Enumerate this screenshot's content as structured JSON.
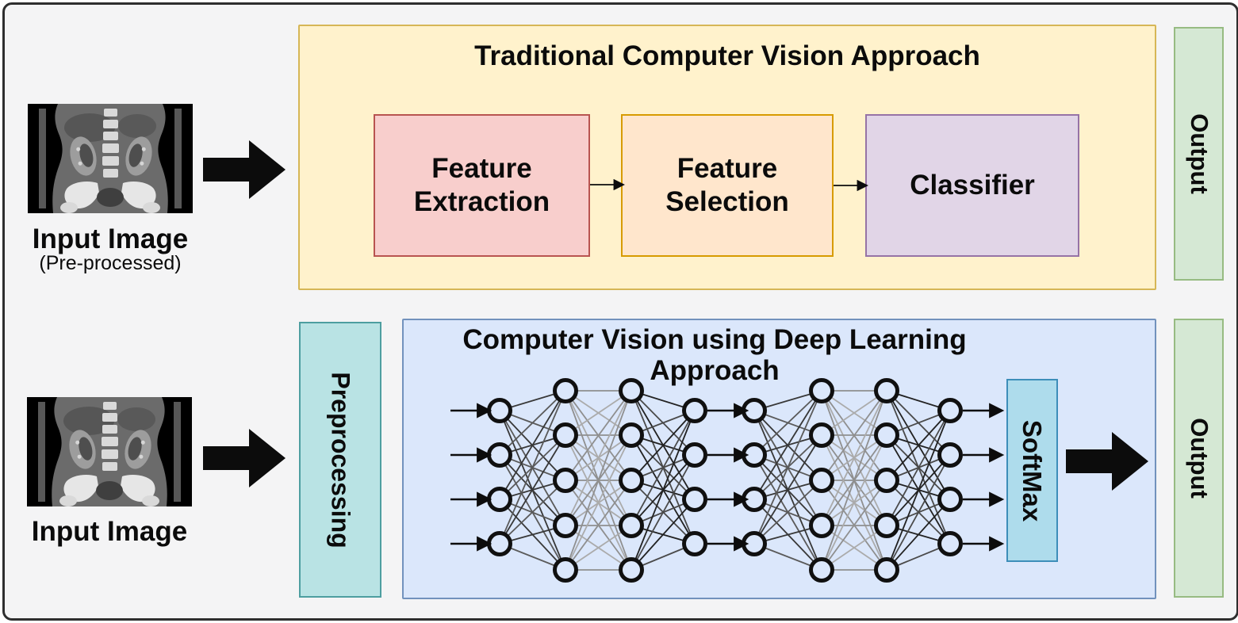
{
  "top": {
    "title": "Traditional Computer Vision Approach",
    "input_image_label": "Input Image",
    "input_image_sublabel": "(Pre-processed)",
    "stages": [
      "Feature Extraction",
      "Feature Selection",
      "Classifier"
    ],
    "output_label": "Output"
  },
  "bottom": {
    "title": "Computer Vision using Deep Learning Approach",
    "input_image_label": "Input Image",
    "preprocessing_label": "Preprocessing",
    "softmax_label": "SoftMax",
    "output_label": "Output"
  },
  "network": {
    "blocks": [
      {
        "layers": [
          4,
          5,
          5,
          4
        ]
      },
      {
        "layers": [
          4,
          5,
          5,
          4
        ]
      }
    ],
    "input_arrow_count": 4,
    "inter_block_arrow_count": 4,
    "output_arrow_count": 4
  },
  "colors": {
    "canvas_bg": "#f4f4f5",
    "canvas_border": "#2e2e2e",
    "traditional_fill": "#fff2cc",
    "traditional_stroke": "#d6b656",
    "feature_extraction_fill": "#f8cecc",
    "feature_extraction_stroke": "#b85450",
    "feature_selection_fill": "#ffe6cc",
    "feature_selection_stroke": "#d79b00",
    "classifier_fill": "#e1d5e7",
    "classifier_stroke": "#9673a6",
    "output_fill": "#d5e8d4",
    "output_stroke": "#97bb82",
    "preprocessing_fill": "#b9e3e4",
    "preprocessing_stroke": "#4d9ea0",
    "deep_learning_fill": "#dbe7fb",
    "deep_learning_stroke": "#7292bd",
    "softmax_fill": "#aedcec",
    "softmax_stroke": "#3d8eb9",
    "arrow_color": "#0c0c0c"
  }
}
